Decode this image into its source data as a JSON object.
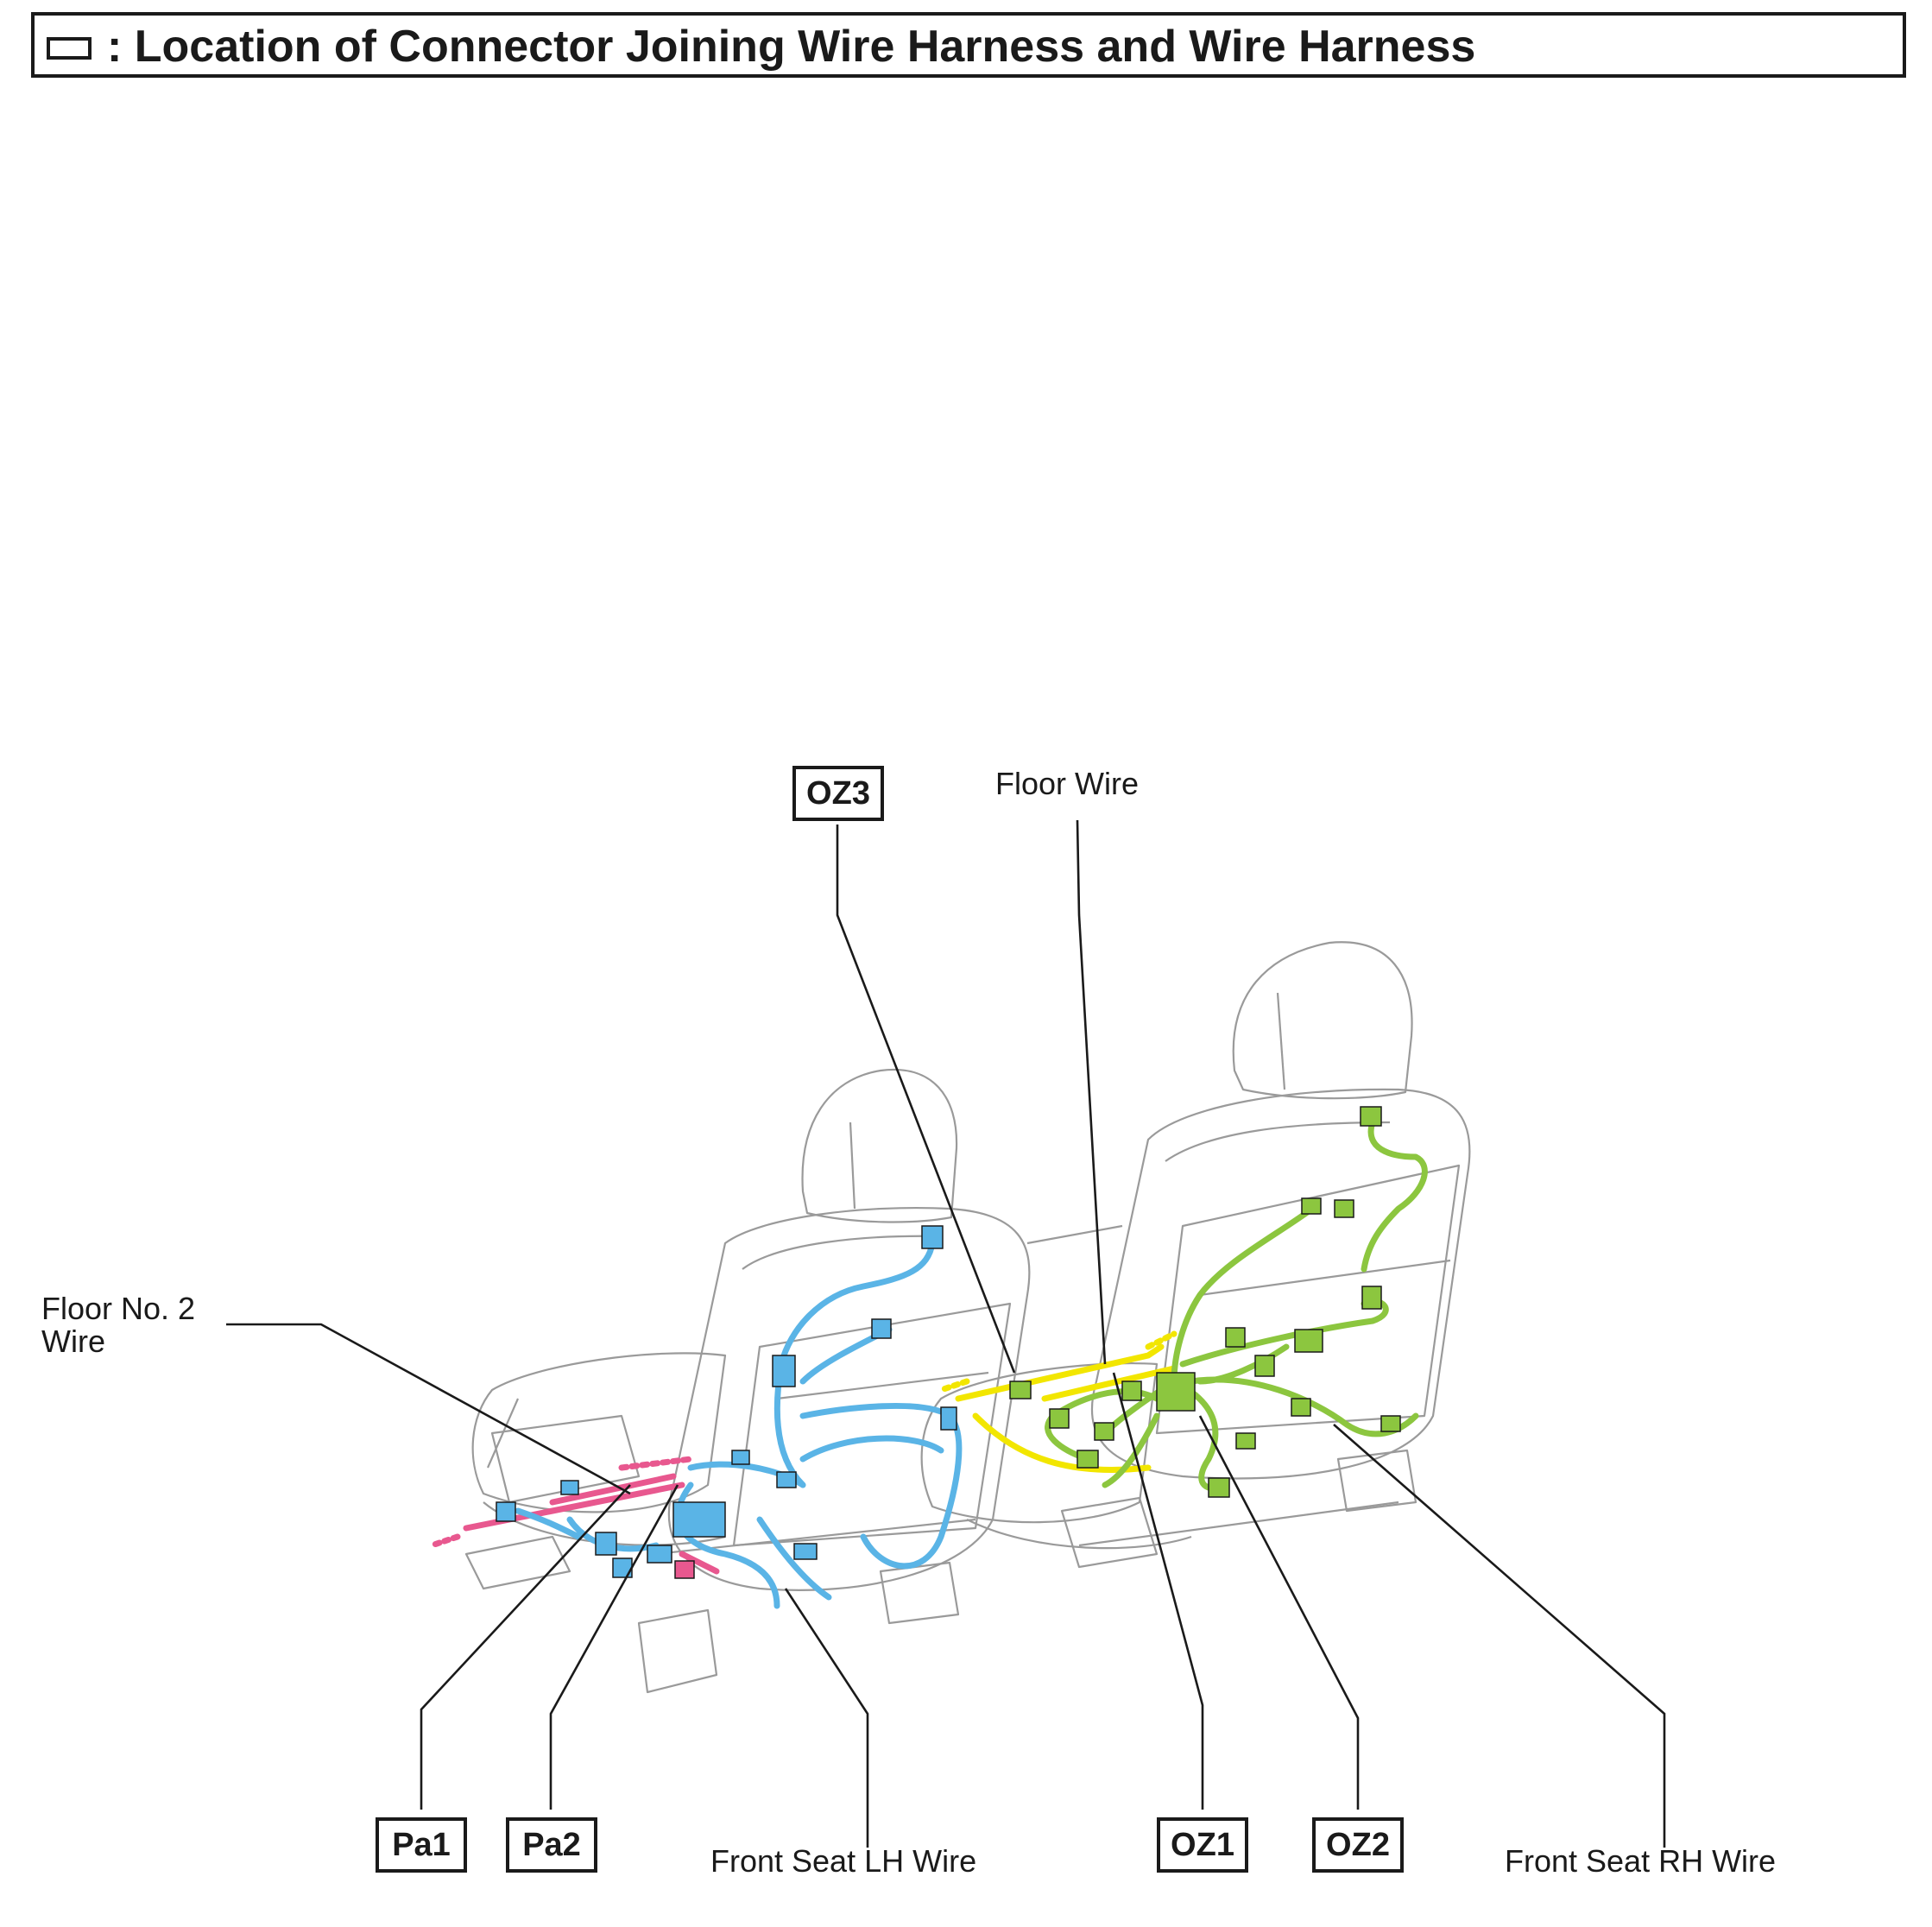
{
  "title": {
    "swatch_icon": "rectangle-symbol-icon",
    "text": ": Location of Connector Joining Wire Harness and Wire Harness"
  },
  "wire_labels": {
    "floor_wire": "Floor Wire",
    "floor_no2_line1": "Floor No. 2",
    "floor_no2_line2": "Wire",
    "front_seat_lh": "Front Seat LH Wire",
    "front_seat_rh": "Front Seat RH Wire"
  },
  "connector_codes": {
    "oz3": "OZ3",
    "pa1": "Pa1",
    "pa2": "Pa2",
    "oz1": "OZ1",
    "oz2": "OZ2"
  },
  "colors": {
    "front_seat_lh_wire": "#5ab4e6",
    "floor_no2_wire": "#e8588f",
    "floor_wire": "#f2e600",
    "front_seat_rh_wire": "#8cc63f",
    "outline": "#1a1a1a",
    "seat_line": "#9a9a9a"
  }
}
